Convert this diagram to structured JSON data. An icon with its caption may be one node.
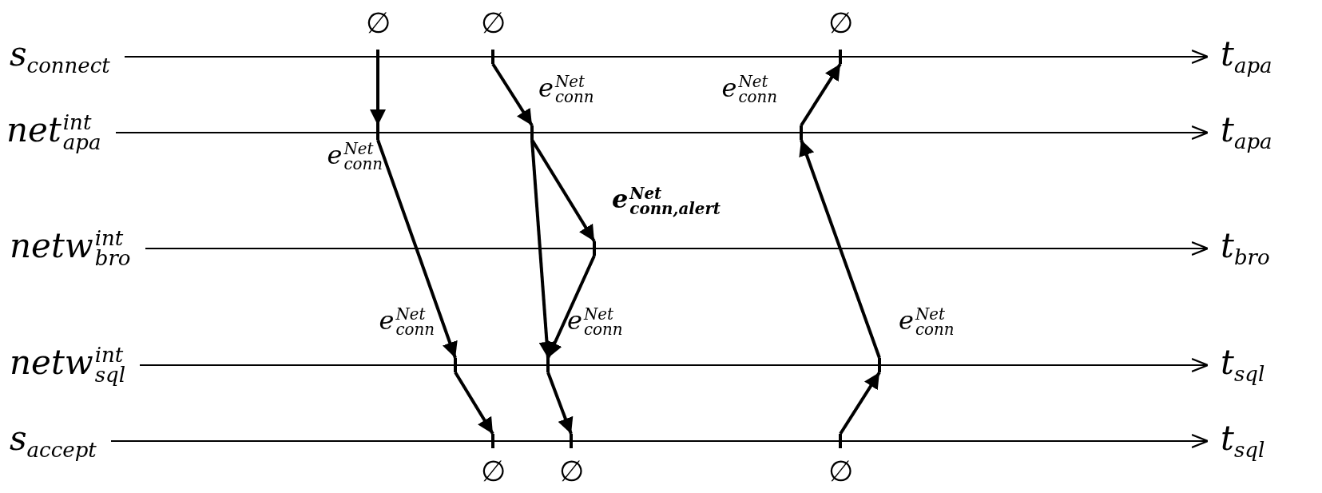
{
  "diagram": {
    "nodes": [
      {
        "text": [
          "∅"
        ]
      },
      {
        "text": [
          "∅"
        ]
      },
      {
        "text": [
          "∅"
        ]
      },
      {
        "text": [
          "e$^{Net}$$_{conn}$"
        ]
      },
      {
        "text": [
          "e$^{Net}$$_{conn}$"
        ]
      },
      {
        "text": [
          "e$^{Net}$$_{conn}$"
        ]
      },
      {
        "text": [
          "e$^{Net}$$_{conn,alert}$"
        ]
      },
      {
        "text": [
          "e$^{Net}$$_{conn}$"
        ]
      },
      {
        "text": [
          "e$^{Net}$$_{conn}$"
        ]
      },
      {
        "text": [
          "e$^{Net}$$_{conn}$"
        ]
      },
      {
        "text": [
          "∅"
        ]
      },
      {
        "text": [
          "∅"
        ]
      },
      {
        "text": [
          "∅"
        ]
      }
    ],
    "edges": [
      {
        "from": 0,
        "to": 3,
        "arrow": "to"
      },
      {
        "from": 1,
        "to": 4,
        "arrow": "to"
      },
      {
        "from": 5,
        "to": 2,
        "arrow": "to"
      },
      {
        "from": 3,
        "to": 7,
        "arrow": "to"
      },
      {
        "from": 4,
        "to": 6,
        "arrow": "to"
      },
      {
        "from": 4,
        "to": 8,
        "arrow": "to"
      },
      {
        "from": 6,
        "to": 8,
        "arrow": "to"
      },
      {
        "from": 7,
        "to": 10,
        "arrow": "to"
      },
      {
        "from": 8,
        "to": 11,
        "arrow": "to"
      },
      {
        "from": 12,
        "to": 9,
        "arrow": "to"
      },
      {
        "from": 9,
        "to": 5,
        "arrow": "to"
      }
    ],
    "labels": [
      "s$_{connect}$",
      "t$_{apa}$",
      "net$^{int}$$_{apa}$",
      "t$_{apa}$",
      "netw$^{int}$$_{bro}$",
      "t$_{bro}$",
      "netw$^{int}$$_{sql}$",
      "t$_{sql}$",
      "s$_{accept}$",
      "t$_{sql}$"
    ]
  }
}
